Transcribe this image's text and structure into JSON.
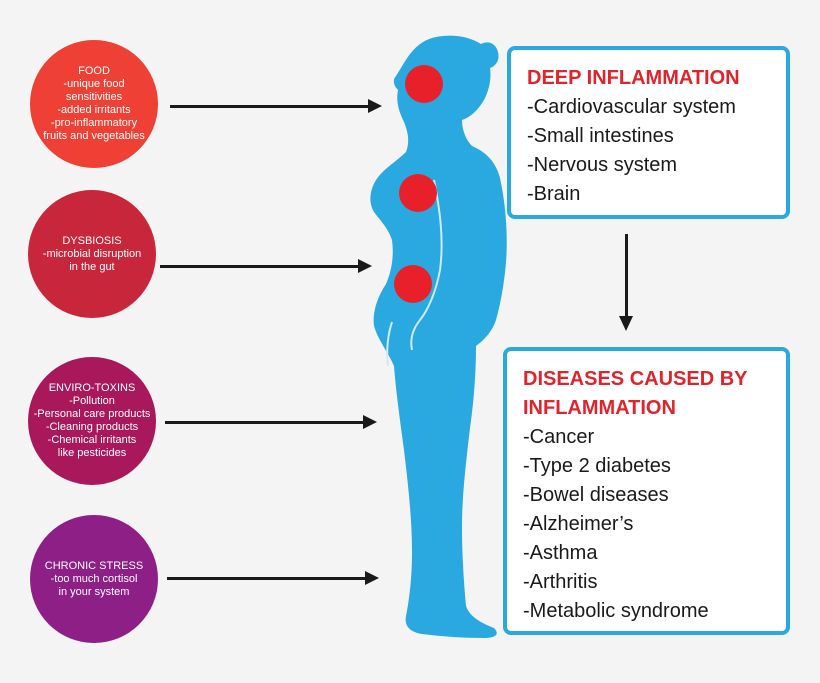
{
  "causes": [
    {
      "id": "food",
      "color": "#ee4035",
      "lines": [
        "FOOD",
        "-unique food",
        "sensitivities",
        "-added irritants",
        "-pro-inflammatory",
        "fruits and vegetables"
      ]
    },
    {
      "id": "dysbiosis",
      "color": "#c8263a",
      "lines": [
        "DYSBIOSIS",
        "-microbial disruption",
        "in the gut"
      ]
    },
    {
      "id": "enviro_toxins",
      "color": "#a8185a",
      "lines": [
        "ENVIRO-TOXINS",
        "-Pollution",
        "-Personal care products",
        "-Cleaning products",
        "-Chemical irritants",
        "like pesticides"
      ]
    },
    {
      "id": "chronic_stress",
      "color": "#8e1f86",
      "lines": [
        "CHRONIC STRESS",
        "-too much cortisol",
        "in your system"
      ]
    }
  ],
  "deep_inflammation": {
    "title": "DEEP INFLAMMATION",
    "items": [
      "-Cardiovascular system",
      "-Small intestines",
      "-Nervous system",
      "-Brain"
    ]
  },
  "diseases": {
    "title_line1": "DISEASES CAUSED BY",
    "title_line2": "INFLAMMATION",
    "items": [
      "-Cancer",
      "-Type 2 diabetes",
      "-Bowel diseases",
      "-Alzheimer’s",
      "-Asthma",
      "-Arthritis",
      "-Metabolic syndrome"
    ]
  },
  "colors": {
    "silhouette": "#2aa8e0",
    "hotspot": "#e8202a",
    "box_border": "#2aa8e0",
    "title_red": "#e0242c"
  }
}
